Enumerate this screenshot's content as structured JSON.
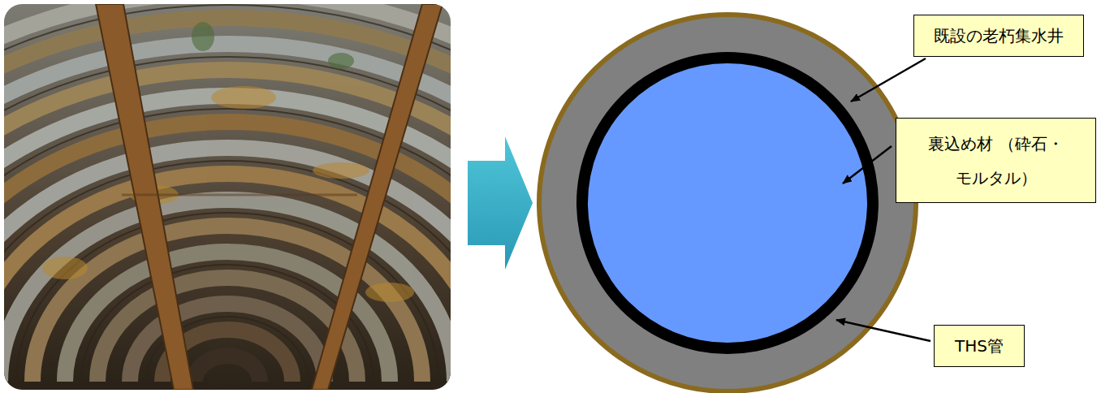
{
  "diagram": {
    "nodes": [
      {
        "text": [
          "既設の老朽集水井"
        ]
      },
      {
        "text": [
          "裏込め材 （砕石・モルタル）"
        ]
      },
      {
        "text": [
          "THS管"
        ]
      }
    ]
  }
}
